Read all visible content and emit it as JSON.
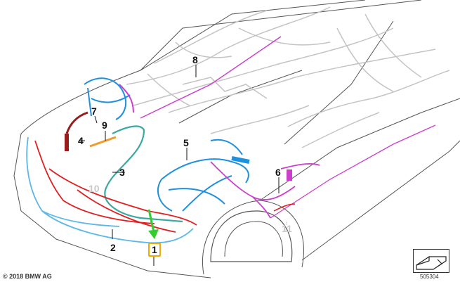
{
  "callouts": [
    {
      "id": "1",
      "label": "1",
      "highlighted": true
    },
    {
      "id": "2",
      "label": "2"
    },
    {
      "id": "3",
      "label": "3"
    },
    {
      "id": "4",
      "label": "4"
    },
    {
      "id": "5",
      "label": "5"
    },
    {
      "id": "6",
      "label": "6"
    },
    {
      "id": "7",
      "label": "7"
    },
    {
      "id": "8",
      "label": "8"
    },
    {
      "id": "9",
      "label": "9"
    },
    {
      "id": "10",
      "label": "10",
      "faded": true
    },
    {
      "id": "11",
      "label": "11",
      "faded": true
    }
  ],
  "footer": {
    "copyright": "© 2018 BMW AG",
    "doc_number": "505304"
  },
  "colors": {
    "harness_blue": "#1e90e0",
    "harness_light_blue": "#5bb7e8",
    "harness_red": "#e02020",
    "harness_dark_red": "#9b1b1b",
    "harness_magenta": "#cc3fcc",
    "harness_teal": "#3aa99f",
    "harness_orange": "#f09a2c",
    "highlight_box": "#f2a900",
    "pointer_arrow": "#33cc33",
    "body_outline": "#555555",
    "background_harness": "#c4c4c4"
  },
  "icons": {
    "view_direction": "car-view-direction-icon",
    "pointer": "green-pointer-arrow-icon"
  }
}
